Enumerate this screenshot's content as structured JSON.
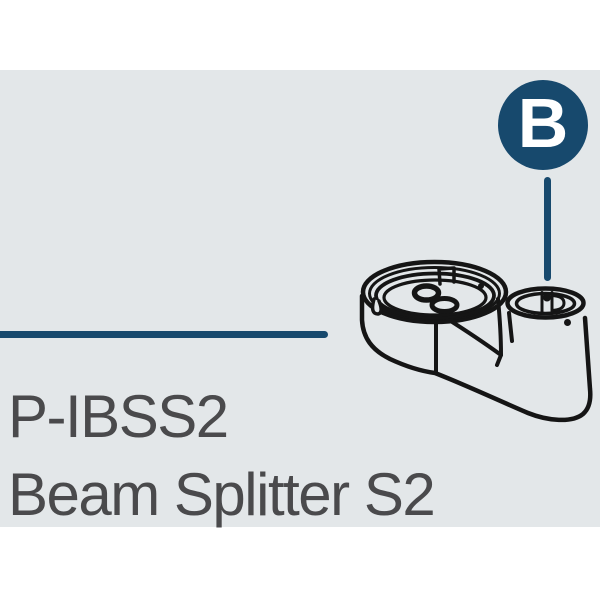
{
  "badge": {
    "label": "B"
  },
  "caption": {
    "part_number": "P-IBSS2",
    "part_name": "Beam Splitter S2"
  },
  "illustration": {
    "name": "beam-splitter-isometric-line-drawing"
  },
  "colors": {
    "accent_navy": "#17496d",
    "figure_background": "#e3e7e9",
    "frame_white": "#ffffff",
    "caption_text": "#4a4a4c",
    "line_art": "#151515",
    "badge_letter": "#ffffff"
  }
}
